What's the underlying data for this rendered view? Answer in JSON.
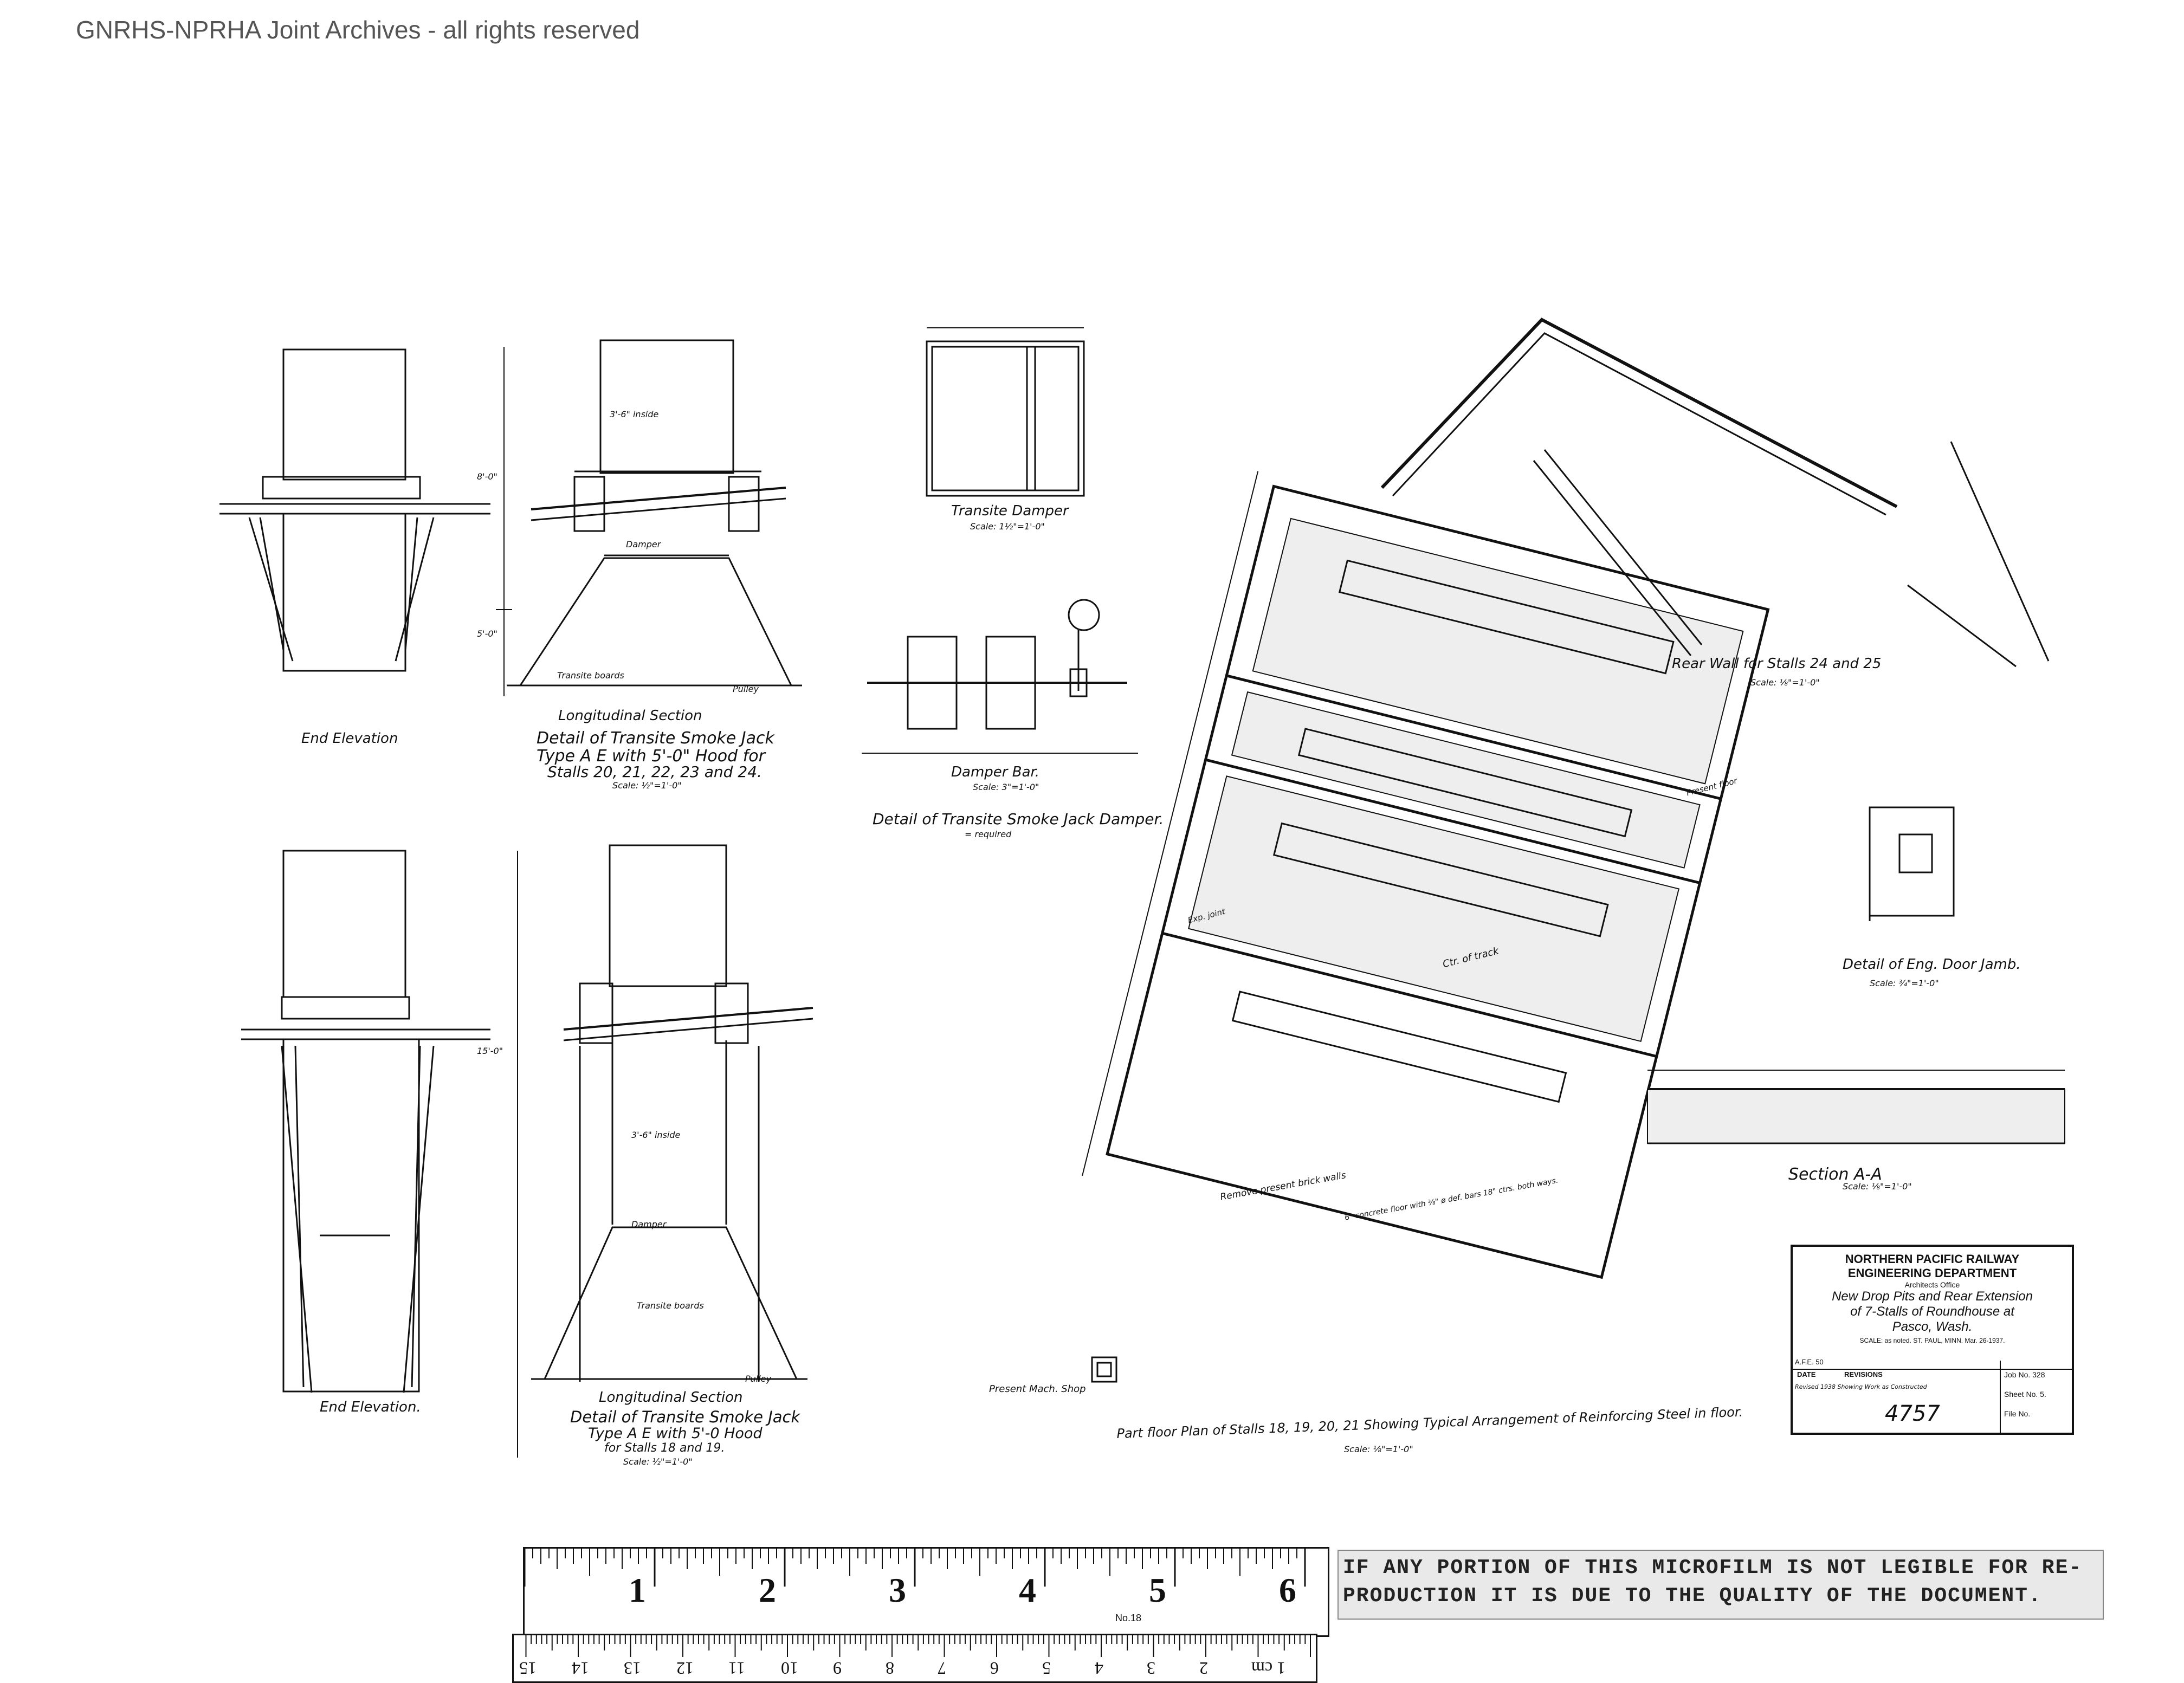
{
  "header": {
    "watermark": "GNRHS-NPRHA Joint Archives - all rights reserved"
  },
  "sheet": {
    "captions": {
      "end_elevation_top": "End Elevation",
      "end_elevation_bottom": "End Elevation.",
      "longitudinal_section_top": "Longitudinal Section",
      "detail_top_line1": "Detail of Transite Smoke Jack",
      "detail_top_line2": "Type A E with 5'-0\" Hood for",
      "detail_top_line3": "Stalls 20, 21, 22, 23 and 24.",
      "detail_top_scale": "Scale: ½\"=1'-0\"",
      "longitudinal_section_bottom": "Longitudinal Section",
      "detail_bottom_line1": "Detail of Transite Smoke Jack",
      "detail_bottom_line2": "Type A E with 5'-0 Hood",
      "detail_bottom_line3": "for Stalls 18 and 19.",
      "detail_bottom_scale": "Scale: ½\"=1'-0\"",
      "transite_damper": "Transite Damper",
      "transite_damper_scale": "Scale: 1½\"=1'-0\"",
      "damper_bar": "Damper Bar.",
      "damper_bar_scale": "Scale: 3\"=1'-0\"",
      "damper_detail": "Detail of Transite Smoke Jack Damper.",
      "damper_detail_note": "= required",
      "rear_wall": "Rear Wall for Stalls 24 and 25",
      "rear_wall_scale": "Scale: ⅛\"=1'-0\"",
      "door_jamb": "Detail of Eng. Door Jamb.",
      "door_jamb_scale": "Scale: ¾\"=1'-0\"",
      "section_aa": "Section A-A",
      "section_aa_scale": "Scale: ⅛\"=1'-0\"",
      "floor_plan": "Part floor Plan of Stalls 18, 19, 20, 21 Showing Typical Arrangement of Reinforcing Steel in floor.",
      "floor_plan_scale": "Scale: ⅛\"=1'-0\"",
      "present_mach_shop": "Present Mach. Shop",
      "remove_brick_walls": "Remove present brick walls",
      "concrete_floor": "6\" concrete floor with ⅜\" ø def. bars 18\" ctrs. both ways.",
      "transite_boards": "Transite boards",
      "damper_label": "Damper",
      "pulley": "Pulley",
      "inside_dim": "3'-6\" inside",
      "dim_8": "8'-0\"",
      "dim_5": "5'-0\"",
      "dim_15": "15'-0\"",
      "ctr_track": "Ctr. of track",
      "exp_joint": "Exp. joint",
      "present_floor": "Present floor"
    },
    "title_block": {
      "line1": "NORTHERN PACIFIC RAILWAY",
      "line2": "ENGINEERING DEPARTMENT",
      "line3": "Architects Office",
      "line4": "New Drop Pits and Rear Extension",
      "line5": "of 7-Stalls of Roundhouse at",
      "line6": "Pasco, Wash.",
      "scale": "SCALE: as noted.  ST. PAUL, MINN.  Mar. 26-1937.",
      "initials": "A.F.E. 50",
      "date_hdr": "DATE",
      "revisions_hdr": "REVISIONS",
      "revision_row": "Revised 1938  Showing Work as Constructed",
      "job_no": "Job No. 328",
      "sheet_no": "Sheet No. 5.",
      "file_no": "File No.",
      "drawing_no": "4757"
    },
    "ruler": {
      "inch_labels": [
        "1",
        "2",
        "3",
        "4",
        "5",
        "6"
      ],
      "maker": "No.18",
      "cm_labels": [
        "15",
        "14",
        "13",
        "12",
        "11",
        "10",
        "9",
        "8",
        "7",
        "6",
        "5",
        "4",
        "3",
        "2",
        "1 cm"
      ]
    },
    "stamp": {
      "line1": "IF ANY PORTION OF THIS MICROFILM IS NOT LEGIBLE FOR RE-",
      "line2": "PRODUCTION IT IS DUE TO THE QUALITY OF THE DOCUMENT."
    }
  }
}
